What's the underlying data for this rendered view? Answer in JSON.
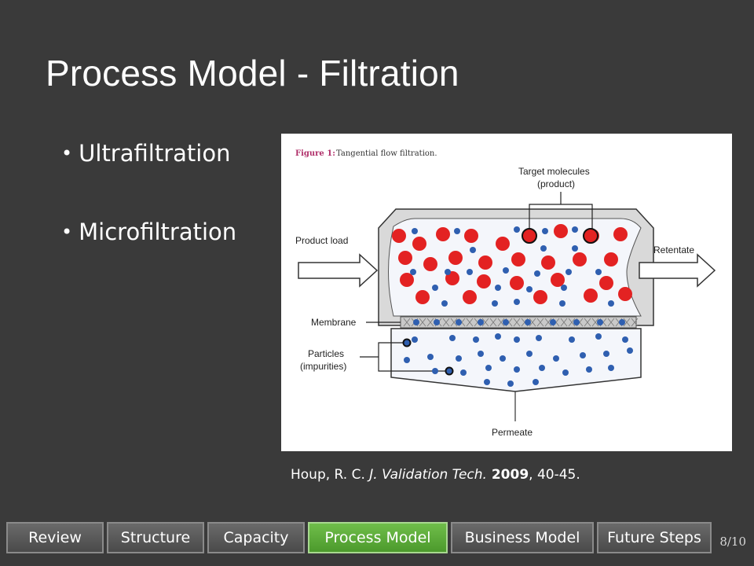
{
  "slide": {
    "title": "Process Model - Filtration",
    "bullets": [
      "Ultrafiltration",
      "Microfiltration"
    ],
    "page_indicator": "8/10"
  },
  "figure": {
    "caption_label": "Figure 1:",
    "caption_text": " Tangential flow filtration.",
    "target_label_1": "Target molecules",
    "target_label_2": "(product)",
    "product_load": "Product load",
    "retentate": "Retentate",
    "membrane": "Membrane",
    "particles_1": "Particles",
    "particles_2": "(impurities)",
    "permeate": "Permeate"
  },
  "citation": {
    "authors": "Houp, R. C. ",
    "journal": "J. Validation Tech.",
    "year": " 2009",
    "pages": ", 40-45."
  },
  "nav": {
    "items": [
      "Review",
      "Structure",
      "Capacity",
      "Process Model",
      "Business Model",
      "Future Steps"
    ],
    "active": "Process Model"
  },
  "colors": {
    "background": "#3a3a3a",
    "active_tab": "#5aaa38",
    "product_red": "#e32222",
    "impurity_blue": "#2f5fb0"
  }
}
